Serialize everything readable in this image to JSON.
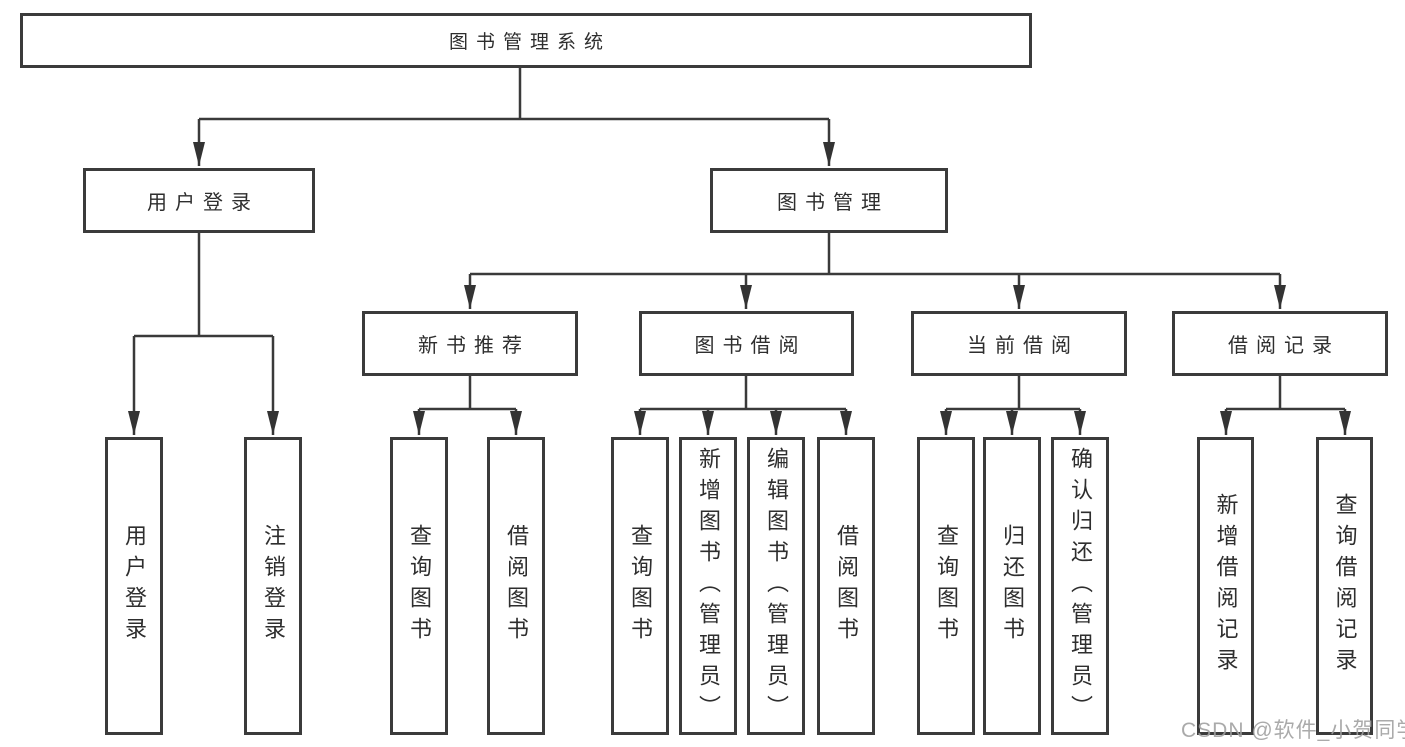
{
  "colors": {
    "box_border": "#3b3b3b",
    "connector_line": "#3a3a3a",
    "text": "#2e2e2e",
    "watermark": "#9e9e9e",
    "background": "#ffffff"
  },
  "watermark": {
    "text": "CSDN @软件_小贺同学"
  },
  "diagram": {
    "type": "tree",
    "root": {
      "label": "图书管理系统"
    },
    "level2": [
      {
        "label": "用户登录"
      },
      {
        "label": "图书管理"
      }
    ],
    "level3": [
      {
        "label": "新书推荐",
        "parent": "图书管理"
      },
      {
        "label": "图书借阅",
        "parent": "图书管理"
      },
      {
        "label": "当前借阅",
        "parent": "图书管理"
      },
      {
        "label": "借阅记录",
        "parent": "图书管理"
      }
    ],
    "leaves": [
      {
        "label": "用户登录",
        "parent": "用户登录"
      },
      {
        "label": "注销登录",
        "parent": "用户登录"
      },
      {
        "label": "查询图书",
        "parent": "新书推荐"
      },
      {
        "label": "借阅图书",
        "parent": "新书推荐"
      },
      {
        "label": "查询图书",
        "parent": "图书借阅"
      },
      {
        "label": "新增图书（管理员）",
        "parent": "图书借阅"
      },
      {
        "label": "编辑图书（管理员）",
        "parent": "图书借阅"
      },
      {
        "label": "借阅图书",
        "parent": "图书借阅"
      },
      {
        "label": "查询图书",
        "parent": "当前借阅"
      },
      {
        "label": "归还图书",
        "parent": "当前借阅"
      },
      {
        "label": "确认归还（管理员）",
        "parent": "当前借阅"
      },
      {
        "label": "新增借阅记录",
        "parent": "借阅记录"
      },
      {
        "label": "查询借阅记录",
        "parent": "借阅记录"
      }
    ]
  }
}
